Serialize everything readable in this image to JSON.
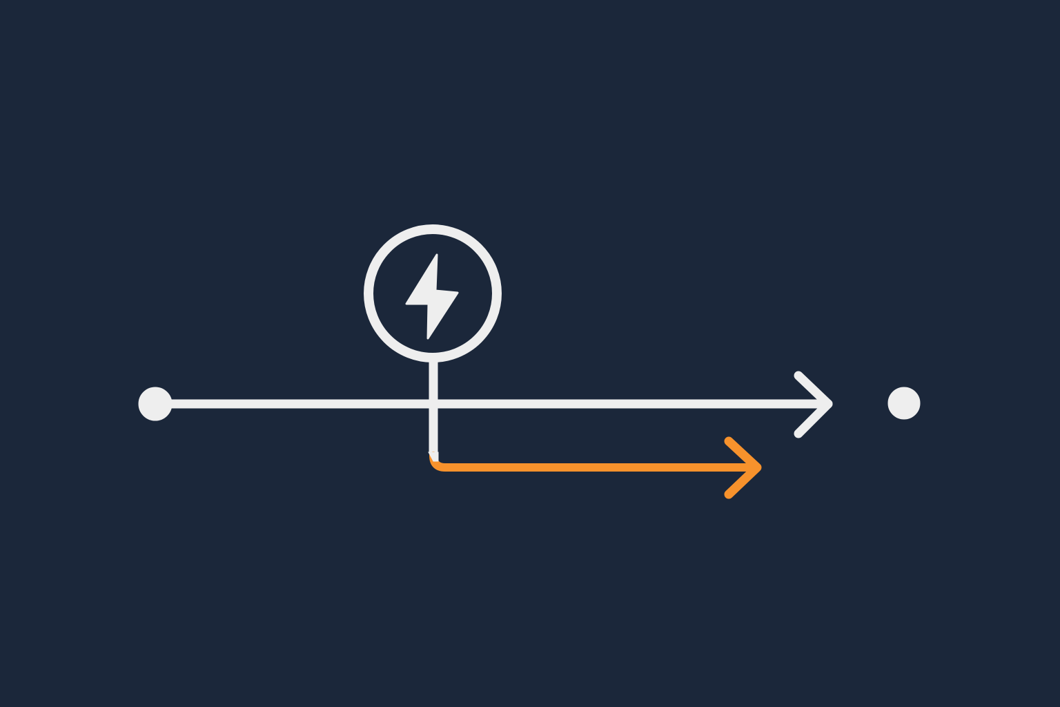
{
  "diagram": {
    "background_color": "#1b273a",
    "main_color": "#eeeeee",
    "accent_color": "#f7922c",
    "nodes": [
      {
        "id": "start",
        "shape": "dot"
      },
      {
        "id": "trigger",
        "shape": "circle",
        "icon": "lightning-bolt-icon"
      },
      {
        "id": "end",
        "shape": "dot"
      }
    ],
    "edges": [
      {
        "from": "start",
        "to": "end",
        "style": "arrow",
        "color": "main"
      },
      {
        "from": "trigger",
        "to": "branch",
        "style": "arrow",
        "color": "accent"
      }
    ]
  }
}
